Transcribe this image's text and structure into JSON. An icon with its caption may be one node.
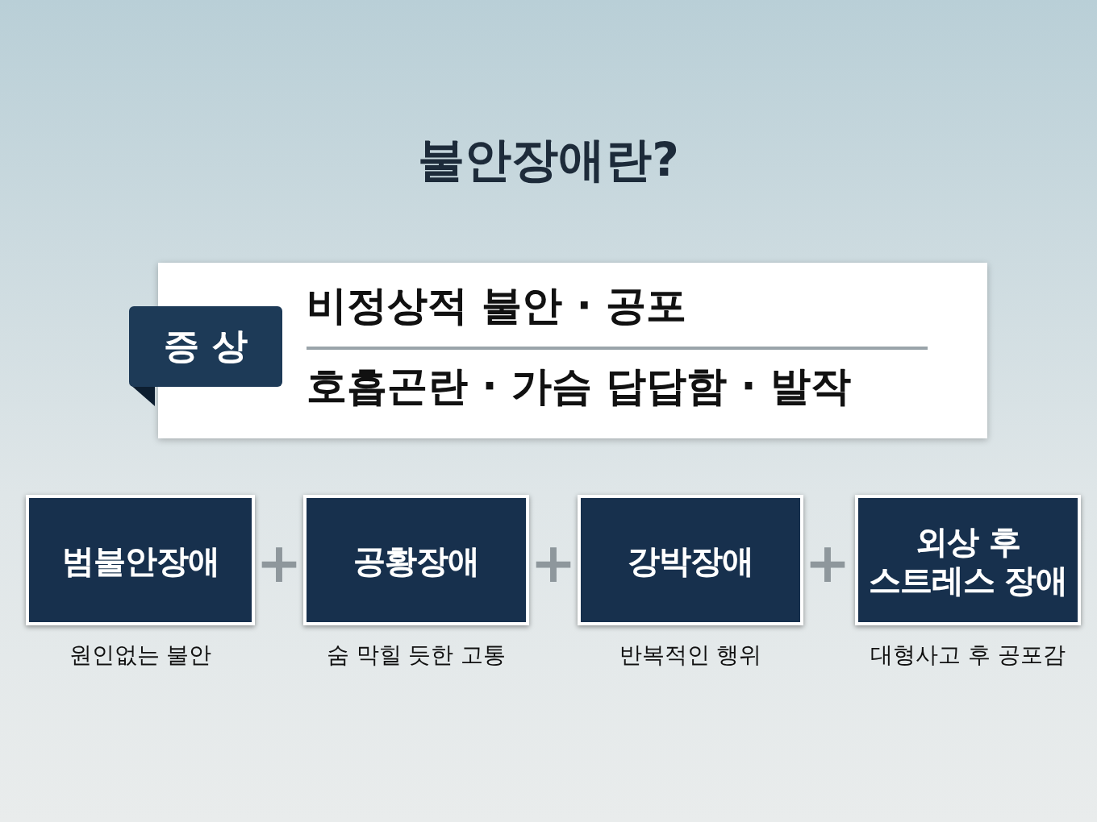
{
  "diagram": {
    "title": "불안장애란?",
    "nodes": [
      {
        "text": [
          "비정상적 불안 · 공포",
          "호흡곤란 · 가슴 답답함 · 발작"
        ]
      },
      {
        "text": [
          "증 상"
        ]
      },
      {
        "text": [
          "범불안장애"
        ],
        "beside": [
          "원인없는 불안"
        ]
      },
      {
        "text": [
          "공황장애"
        ],
        "beside": [
          "숨 막힐 듯한 고통"
        ]
      },
      {
        "text": [
          "강박장애"
        ],
        "beside": [
          "반복적인 행위"
        ]
      },
      {
        "text": [
          "외상 후 스트레스 장애"
        ],
        "beside": [
          "대형사고 후 공포감"
        ]
      }
    ],
    "labels": [
      "+",
      "+",
      "+"
    ]
  }
}
